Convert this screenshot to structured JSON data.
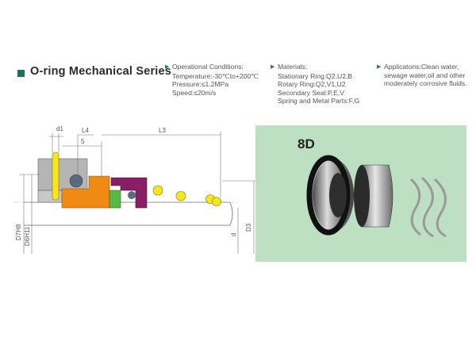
{
  "series": {
    "title": "O-ring Mechanical Series"
  },
  "specs": {
    "conditions": {
      "heading": "Operational Conditions:",
      "lines": [
        "Temperature:-30℃to+200℃",
        "Pressure:≤1.2MPa",
        "Speed:≤20m/s"
      ]
    },
    "materials": {
      "heading": "Materials:",
      "lines": [
        "Stationary Ring:Q2,U2,B",
        "Rotary Ring:Q2,V1,U2",
        "Secondary Seal:P,E,V",
        "Spring and Metal Parts:F,G"
      ]
    },
    "applications": {
      "text": "Applicatons:Clean water, sewage water,oil and other moderately corrosive fluids."
    }
  },
  "drawing": {
    "dims": {
      "d1": "d1",
      "L4": "L4",
      "five": "5",
      "L3": "L3",
      "D7H8": "D7H8",
      "D6H11": "D6H11",
      "d": "d",
      "D3": "D3"
    }
  },
  "photo": {
    "model": "8D"
  },
  "colors": {
    "accent": "#1f6f63",
    "panel": "#bddfc2",
    "orange": "#f08a12",
    "green": "#5ab946",
    "purple": "#8a1e66",
    "yellow": "#f6e61c",
    "slate": "#5a6b80"
  }
}
